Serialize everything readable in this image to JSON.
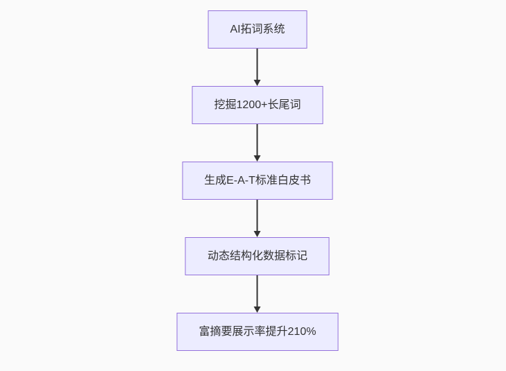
{
  "canvas": {
    "background": "#fafafa"
  },
  "diagram": {
    "type": "flowchart",
    "direction": "top-down",
    "node_fill": "#ECECFF",
    "node_border": "#9370DB",
    "edge_color": "#333333",
    "text_color": "#333333",
    "nodes": [
      {
        "id": "n1",
        "label": "AI拓词系统"
      },
      {
        "id": "n2",
        "label": "挖掘1200+长尾词"
      },
      {
        "id": "n3",
        "label": "生成E-A-T标准白皮书"
      },
      {
        "id": "n4",
        "label": "动态结构化数据标记"
      },
      {
        "id": "n5",
        "label": "富摘要展示率提升210%"
      }
    ],
    "edges": [
      {
        "from": "n1",
        "to": "n2"
      },
      {
        "from": "n2",
        "to": "n3"
      },
      {
        "from": "n3",
        "to": "n4"
      },
      {
        "from": "n4",
        "to": "n5"
      }
    ]
  }
}
